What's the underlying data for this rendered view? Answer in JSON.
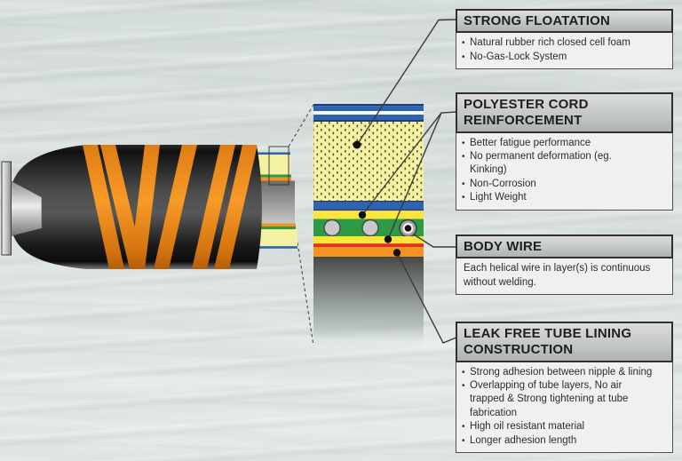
{
  "ui": {
    "bullet": "•"
  },
  "callouts": [
    {
      "id": "strong-floatation",
      "title": "STRONG FLOATATION",
      "items": [
        "Natural rubber rich closed cell foam",
        "No-Gas-Lock System"
      ]
    },
    {
      "id": "polyester-cord-reinforcement",
      "title": "POLYESTER CORD REINFORCEMENT",
      "items": [
        "Better fatigue performance",
        "No permanent deformation (eg. Kinking)",
        "Non-Corrosion",
        "Light Weight"
      ]
    },
    {
      "id": "body-wire",
      "title": "BODY WIRE",
      "text": "Each helical wire in layer(s) is continuous without welding."
    },
    {
      "id": "leak-free-tube-lining",
      "title": "LEAK FREE TUBE LINING CONSTRUCTION",
      "items": [
        "Strong adhesion between nipple & lining",
        "Overlapping of tube layers, No air trapped & Strong tightening at tube fabrication",
        "High oil resistant material",
        "Longer adhesion length"
      ]
    }
  ],
  "diagram": {
    "subject": "floating marine hose cross-section",
    "layers": [
      "outer cover blue bands",
      "closed cell foam floatation",
      "polyester cord layers",
      "body wire helix",
      "leak free tube lining",
      "inner rubber body"
    ],
    "colors": {
      "navy": "#1c3e78",
      "blue": "#2e63b2",
      "white_stripe": "#f5f7f7",
      "foam": "#f4f1a2",
      "foam_dot": "#3c3c14",
      "cord_yellow": "#fbe53c",
      "green": "#2e9a44",
      "red": "#e5301d",
      "orange_layer": "#f6921e",
      "stripe_orange": "#f08a1e",
      "wire_gray": "#c9c9c9",
      "hose_black": "#161616",
      "line": "#3c3c3c"
    }
  }
}
